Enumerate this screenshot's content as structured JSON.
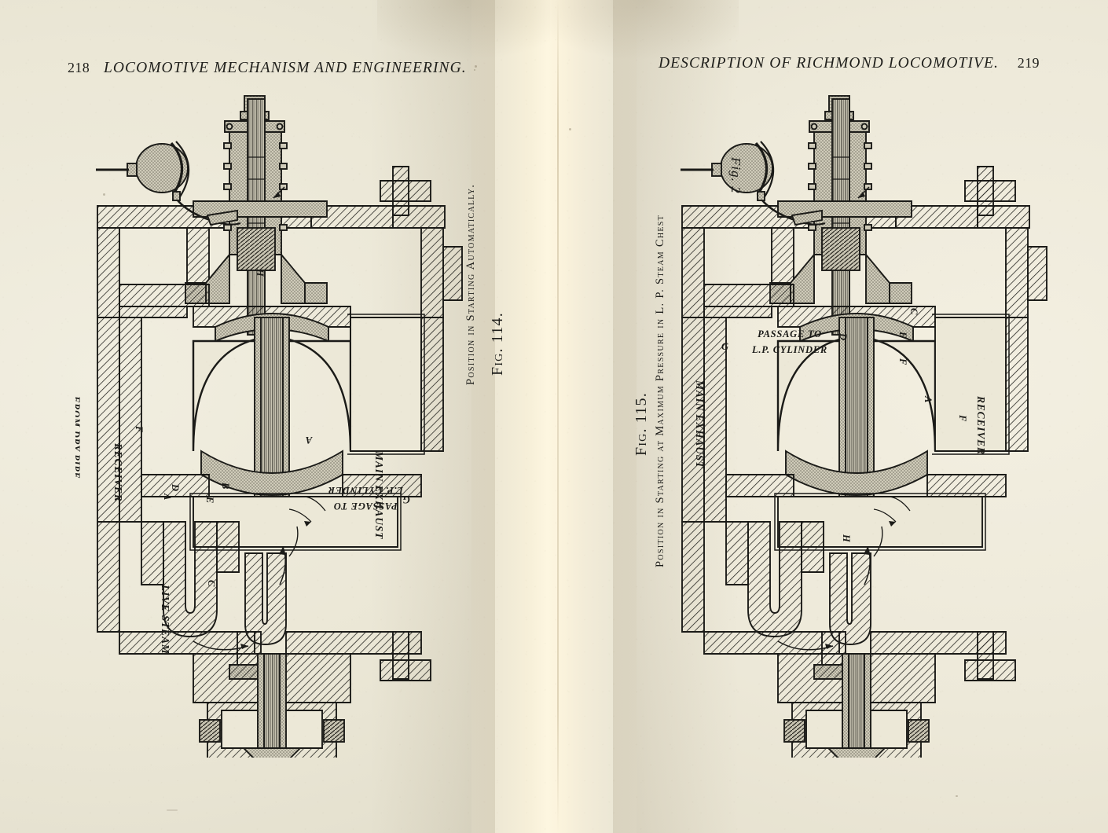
{
  "spread": {
    "kind": "book-page-scan",
    "paper_color": "#ece8d7",
    "ink_color": "#1b1b18"
  },
  "left_page": {
    "running_head": {
      "folio": "218",
      "title": "LOCOMOTIVE MECHANISM AND ENGINEERING."
    },
    "caption": {
      "position_line": "Position in Starting Automatically.",
      "figure_number": "Fig. 114."
    },
    "labels": {
      "from_dry_pipe": "FROM DRY PIPE",
      "receiver": "RECEIVER",
      "receiver_key": "F",
      "live_steam": "LIVE STEAM",
      "main_exhaust": "MAIN EXHAUST",
      "passage_line1": "PASSAGE TO",
      "passage_line2": "L.P. CYLINDER",
      "key_a_upper": "A",
      "key_a_lower": "A",
      "key_b": "B",
      "key_c": "C",
      "key_d": "D",
      "key_e": "E",
      "key_g": "G",
      "key_h": "H"
    }
  },
  "right_page": {
    "running_head": {
      "title": "DESCRIPTION OF RICHMOND LOCOMOTIVE.",
      "folio": "219"
    },
    "caption": {
      "position_line": "Position in Starting at Maximum Pressure in L. P. Steam Chest",
      "figure_number": "Fig. 115."
    },
    "labels": {
      "fig_2": "Fig. 2",
      "receiver": "RECEIVER",
      "receiver_key": "F",
      "main_exhaust": "MAIN EXHAUST",
      "passage_line1": "PASSAGE TO",
      "passage_line2": "L.P. CYLINDER",
      "key_a": "A",
      "key_c": "C",
      "key_d": "D",
      "key_e": "E",
      "key_f_lower": "F",
      "key_g": "G",
      "key_h": "H"
    }
  }
}
